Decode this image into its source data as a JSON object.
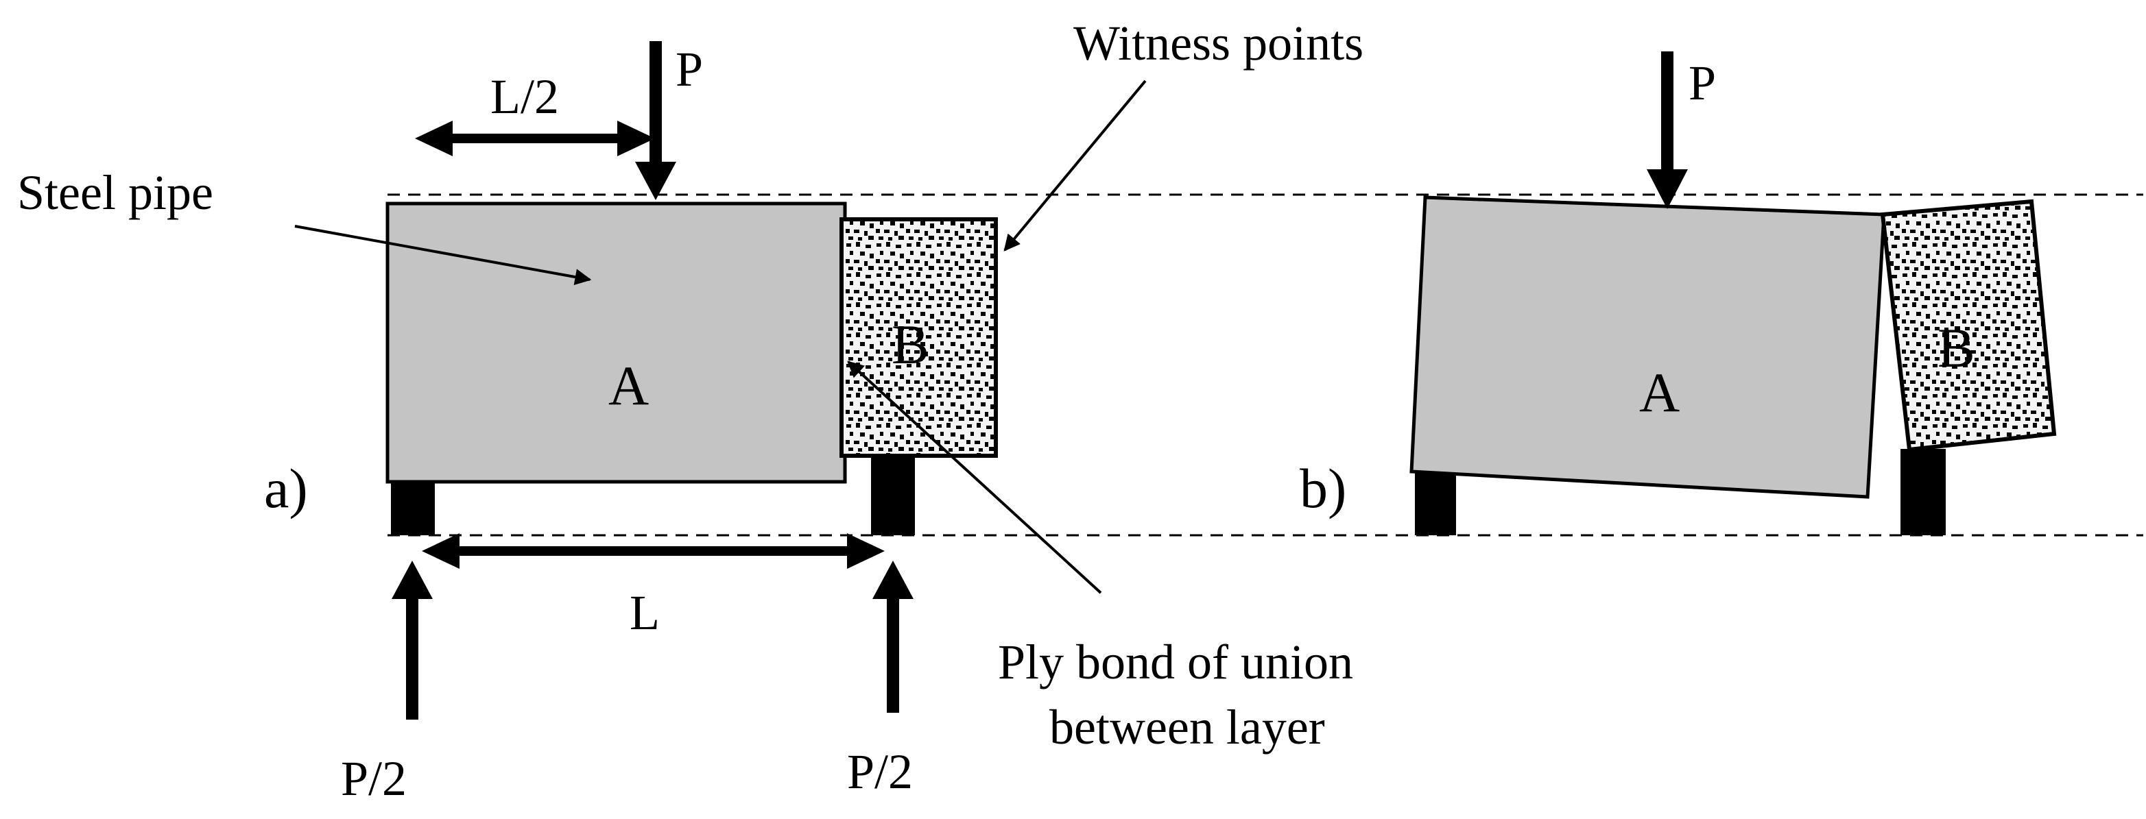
{
  "labels": {
    "panel_a": "a)",
    "panel_b": "b)",
    "load_top_a": "P",
    "load_top_b": "P",
    "half_span": "L/2",
    "span": "L",
    "reaction_left": "P/2",
    "reaction_right": "P/2",
    "block_a_left": "A",
    "block_b_left": "B",
    "block_a_right": "A",
    "block_b_right": "B",
    "steel_pipe": "Steel pipe",
    "witness_points": "Witness points",
    "ply_bond_line1": "Ply bond of union",
    "ply_bond_line2": "between layer"
  },
  "colors": {
    "block_a_fill": "#c4c4c4",
    "block_b_fill": "#f2f2f2",
    "ink": "#000000",
    "background": "#ffffff"
  }
}
